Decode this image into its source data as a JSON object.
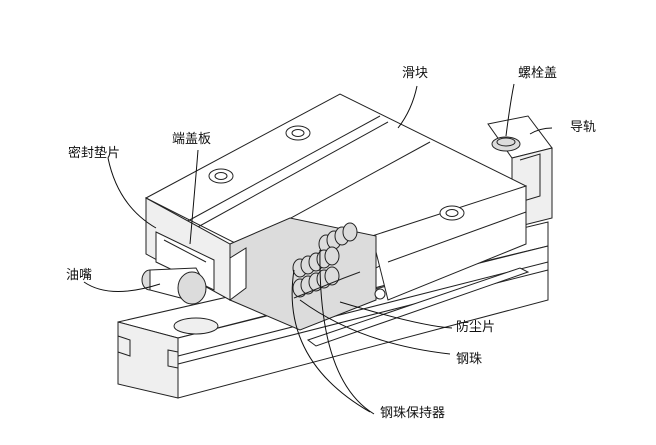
{
  "labels": {
    "slider": "滑块",
    "bolt_cap": "螺栓盖",
    "guide_rail": "导轨",
    "seal_pad": "密封垫片",
    "end_cap": "端盖板",
    "grease_nipple": "油嘴",
    "dust_strip": "防尘片",
    "steel_ball": "钢珠",
    "ball_retainer": "钢珠保持器"
  }
}
